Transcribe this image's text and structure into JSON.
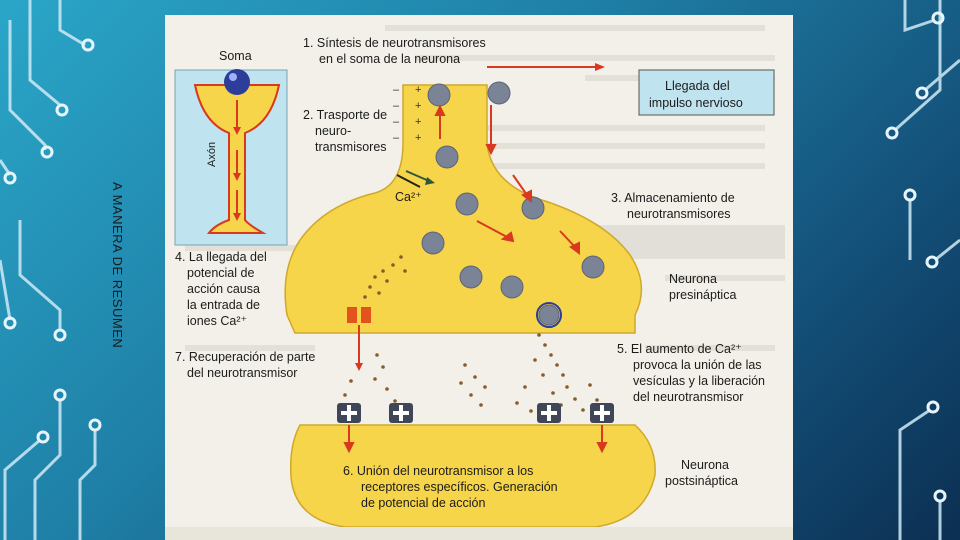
{
  "slide": {
    "side_title": "A MANERA DE RESUMEN"
  },
  "figure": {
    "soma_label": "Soma",
    "axon_label": "Axón",
    "step1_line1": "1. Síntesis de neurotransmisores",
    "step1_line2": "en el soma de la neurona",
    "arrival_line1": "Llegada del",
    "arrival_line2": "impulso nervioso",
    "step2_line1": "2. Trasporte de",
    "step2_line2": "neuro-",
    "step2_line3": "transmisores",
    "calcium_label": "Ca²⁺",
    "step3_line1": "3. Almacenamiento de",
    "step3_line2": "neurotransmisores",
    "step4_line1": "4. La llegada del",
    "step4_line2": "potencial de",
    "step4_line3": "acción causa",
    "step4_line4": "la entrada de",
    "step4_line5": "iones Ca²⁺",
    "presynaptic_line1": "Neurona",
    "presynaptic_line2": "presináptica",
    "step7_line1": "7. Recuperación de parte",
    "step7_line2": "del neurotransmisor",
    "step5_line1": "5. El aumento de Ca²⁺",
    "step5_line2": "provoca la unión de las",
    "step5_line3": "vesículas y la liberación",
    "step5_line4": "del neurotransmisor",
    "step6_line1": "6. Unión del neurotransmisor a los",
    "step6_line2": "receptores específicos. Generación",
    "step6_line3": "de potencial de acción",
    "postsynaptic_line1": "Neurona",
    "postsynaptic_line2": "postsináptica"
  },
  "colors": {
    "neuron_fill": "#f7d54a",
    "arrow_red": "#d8391f",
    "vesicle": "#7b8496"
  }
}
